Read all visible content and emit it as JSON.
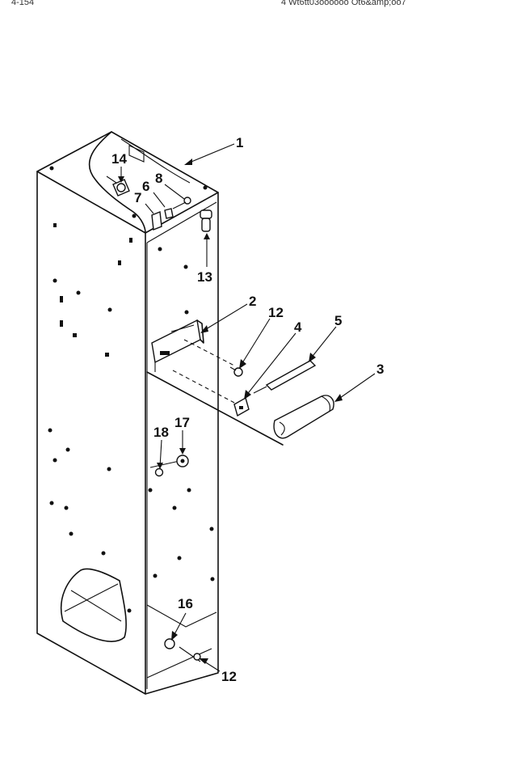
{
  "header": {
    "left": "4-154",
    "right": "4  Wt6tt03oooooo  Ot6&amp;oo7"
  },
  "callouts": {
    "c1": "1",
    "c2": "2",
    "c3": "3",
    "c4": "4",
    "c5": "5",
    "c6": "6",
    "c7": "7",
    "c8": "8",
    "c12a": "12",
    "c12b": "12",
    "c13": "13",
    "c14": "14",
    "c16": "16",
    "c17": "17",
    "c18": "18"
  }
}
